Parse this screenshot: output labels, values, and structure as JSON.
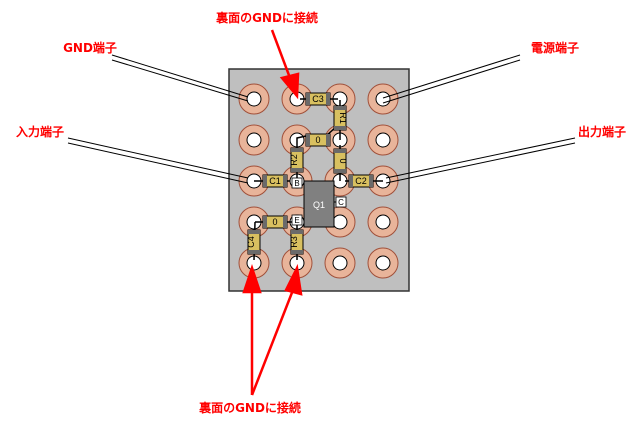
{
  "labels": {
    "gnd_back_top": "裏面のGNDに接続",
    "gnd_back_bottom": "裏面のGNDに接続",
    "gnd_terminal": "GND端子",
    "power_terminal": "電源端子",
    "input_terminal": "入力端子",
    "output_terminal": "出力端子"
  },
  "components": {
    "c3": "C3",
    "r1": "R1",
    "jumper_top": "0",
    "r2": "R2",
    "jumper_mid": "0",
    "c1": "C1",
    "c2": "C2",
    "q1": "Q1",
    "jumper_low": "0",
    "c4": "C4",
    "r3": "R3"
  },
  "pins": {
    "base": "B",
    "collector": "C",
    "emitter": "E"
  },
  "colors": {
    "board": "#bfbfbf",
    "pad": "#e8b49a",
    "pad_ring": "#a0503a",
    "annotation": "#ff0000",
    "ic": "#808080",
    "component_body": "#d8c060",
    "component_end": "#6a6a6a"
  },
  "icons": {
    "arrow": "arrow-icon"
  }
}
